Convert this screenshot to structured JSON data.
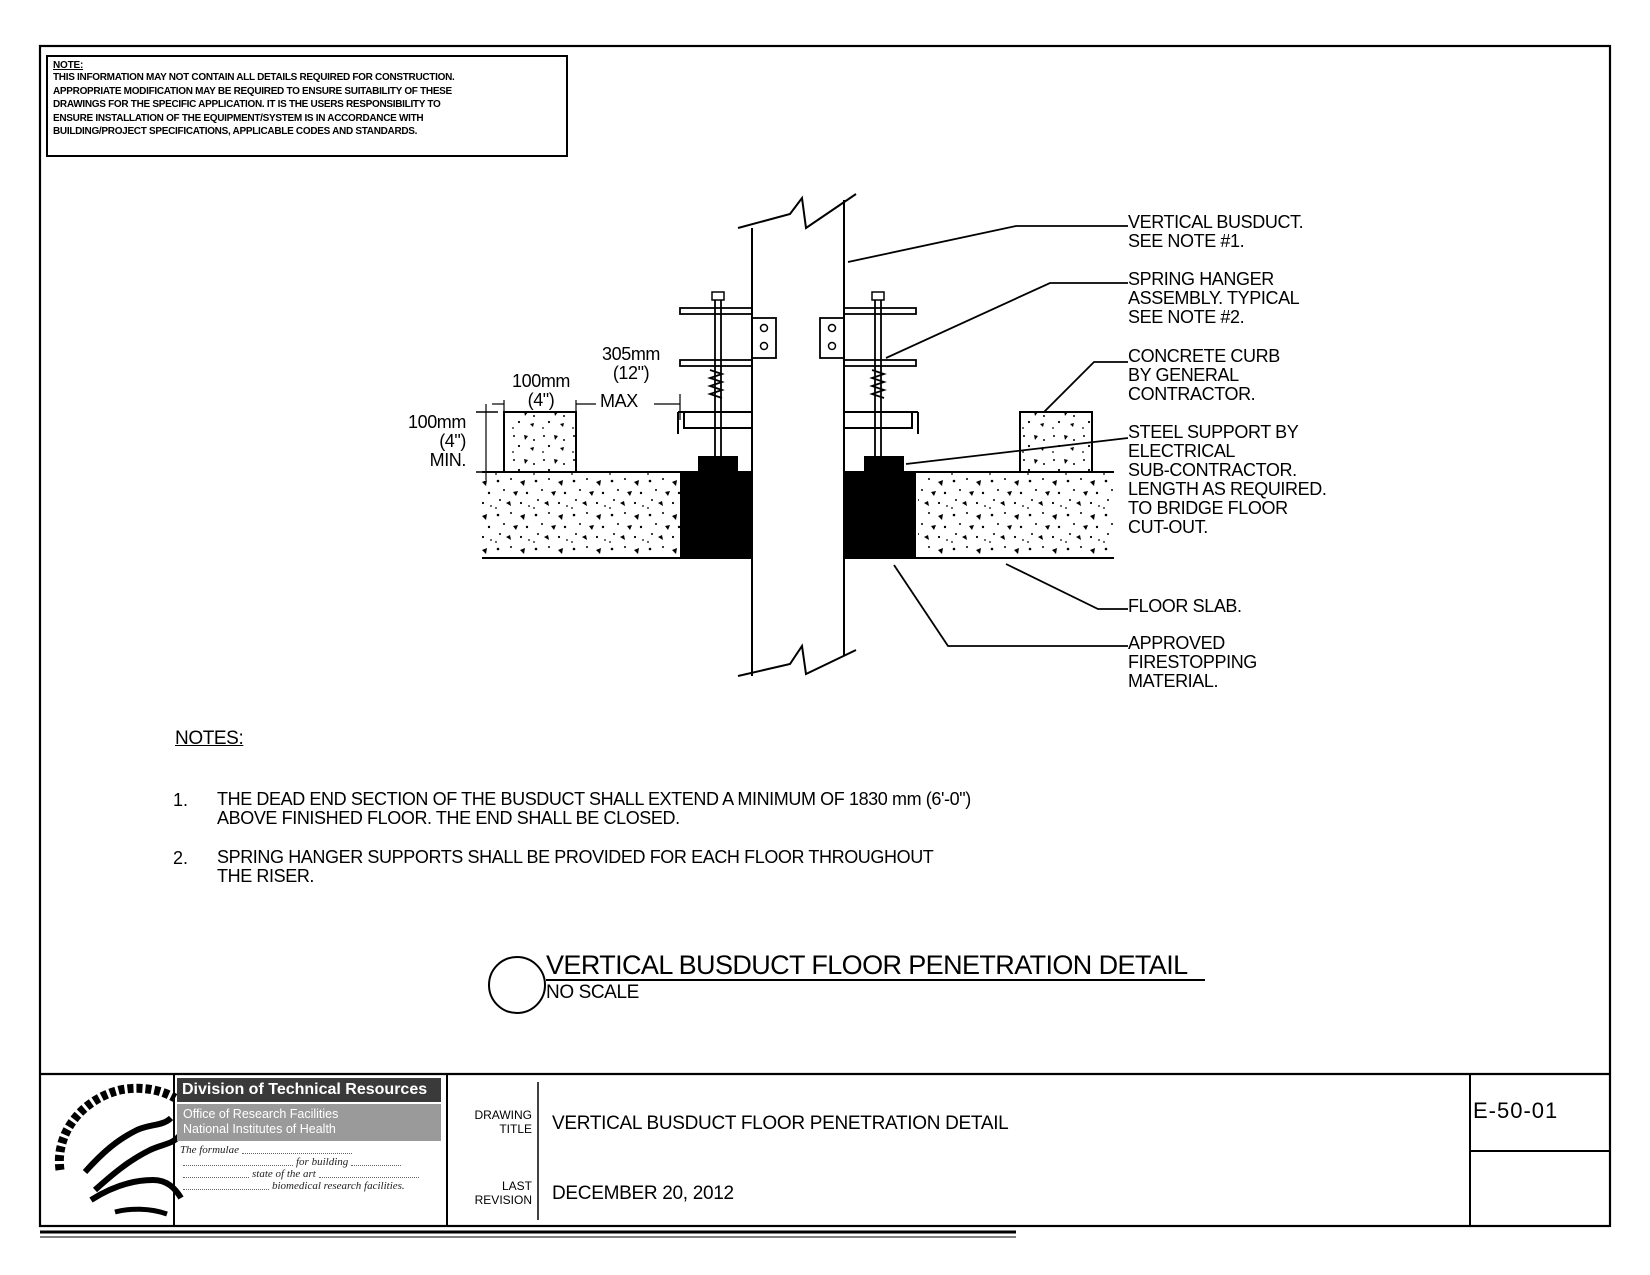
{
  "disclaimer": {
    "heading": "NOTE:",
    "lines": [
      "THIS INFORMATION MAY NOT CONTAIN ALL DETAILS REQUIRED FOR CONSTRUCTION.",
      "APPROPRIATE MODIFICATION MAY BE REQUIRED TO ENSURE SUITABILITY OF THESE",
      "DRAWINGS FOR THE SPECIFIC APPLICATION.  IT IS THE USERS RESPONSIBILITY TO",
      "ENSURE INSTALLATION OF THE EQUIPMENT/SYSTEM IS IN ACCORDANCE WITH",
      "BUILDING/PROJECT SPECIFICATIONS, APPLICABLE CODES AND STANDARDS."
    ]
  },
  "callouts": {
    "busduct": [
      "VERTICAL BUSDUCT.",
      "SEE NOTE #1."
    ],
    "spring_hanger": [
      "SPRING HANGER",
      "ASSEMBLY.  TYPICAL",
      "SEE NOTE #2."
    ],
    "curb": [
      "CONCRETE CURB",
      "BY GENERAL",
      "CONTRACTOR."
    ],
    "steel_support": [
      "STEEL SUPPORT BY",
      "ELECTRICAL",
      "SUB-CONTRACTOR.",
      "LENGTH AS REQUIRED.",
      "TO BRIDGE FLOOR",
      "CUT-OUT."
    ],
    "floor_slab": [
      "FLOOR SLAB."
    ],
    "firestopping": [
      "APPROVED",
      "FIRESTOPPING",
      "MATERIAL."
    ]
  },
  "dimensions": {
    "max_gap": [
      "305mm",
      "(12\")",
      "MAX"
    ],
    "curb_width": [
      "100mm",
      "(4\")"
    ],
    "curb_height": [
      "100mm",
      "(4\")",
      "MIN."
    ]
  },
  "notes": {
    "title": "NOTES:",
    "items": [
      {
        "num": "1.",
        "lines": [
          "THE DEAD END SECTION OF THE BUSDUCT SHALL EXTEND A MINIMUM OF 1830 mm (6'-0\")",
          "ABOVE FINISHED FLOOR.  THE END SHALL BE CLOSED."
        ]
      },
      {
        "num": "2.",
        "lines": [
          "SPRING HANGER SUPPORTS SHALL BE PROVIDED FOR EACH FLOOR THROUGHOUT",
          "THE RISER."
        ]
      }
    ]
  },
  "detail": {
    "title": "VERTICAL BUSDUCT FLOOR PENETRATION DETAIL",
    "scale": "NO SCALE"
  },
  "title_block": {
    "division": "Division of Technical Resources",
    "office": "Office of Research Facilities",
    "institute": "National Institutes of Health",
    "formula_words": [
      "The formulae",
      "for building",
      "state of the art",
      "biomedical research facilities."
    ],
    "drawing_title_label": [
      "DRAWING",
      "TITLE"
    ],
    "drawing_title": "VERTICAL BUSDUCT FLOOR PENETRATION DETAIL",
    "last_revision_label": [
      "LAST",
      "REVISION"
    ],
    "last_revision": "DECEMBER 20, 2012",
    "sheet_number": "E-50-01"
  }
}
